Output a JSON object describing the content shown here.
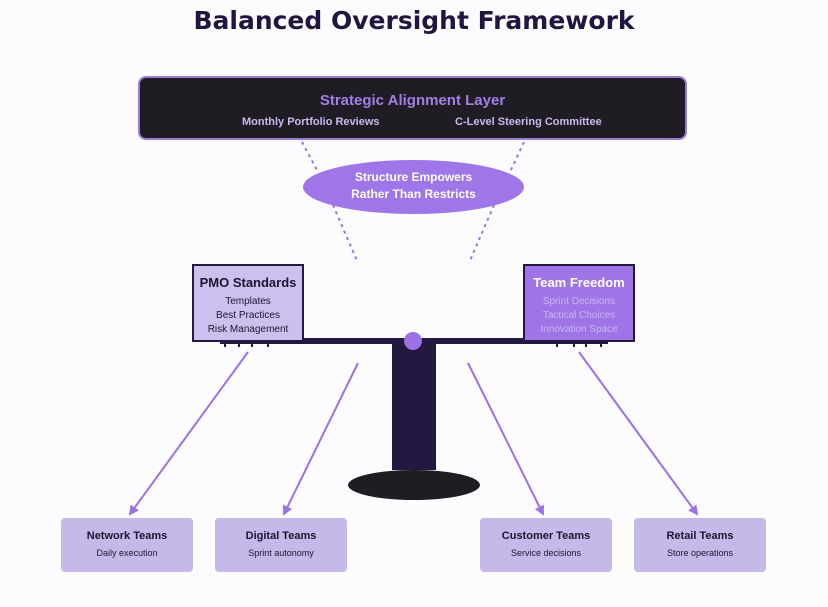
{
  "title": "Balanced Oversight Framework",
  "strategic_layer": {
    "title": "Strategic Alignment Layer",
    "items": [
      "Monthly Portfolio Reviews",
      "C-Level Steering Committee"
    ]
  },
  "center_message": {
    "line1": "Structure Empowers",
    "line2": "Rather Than Restricts"
  },
  "pmo_standards": {
    "title": "PMO Standards",
    "items": [
      "Templates",
      "Best Practices",
      "Risk Management"
    ]
  },
  "team_freedom": {
    "title": "Team Freedom",
    "items": [
      "Sprint Decisions",
      "Tactical Choices",
      "Innovation Space"
    ]
  },
  "teams": [
    {
      "name": "Network Teams",
      "desc": "Daily execution"
    },
    {
      "name": "Digital Teams",
      "desc": "Sprint autonomy"
    },
    {
      "name": "Customer Teams",
      "desc": "Service decisions"
    },
    {
      "name": "Retail Teams",
      "desc": "Store operations"
    }
  ],
  "colors": {
    "accent": "#9b72e6",
    "dark": "#231940",
    "panel": "#1f1c24",
    "light_box": "#c7b8ea"
  }
}
